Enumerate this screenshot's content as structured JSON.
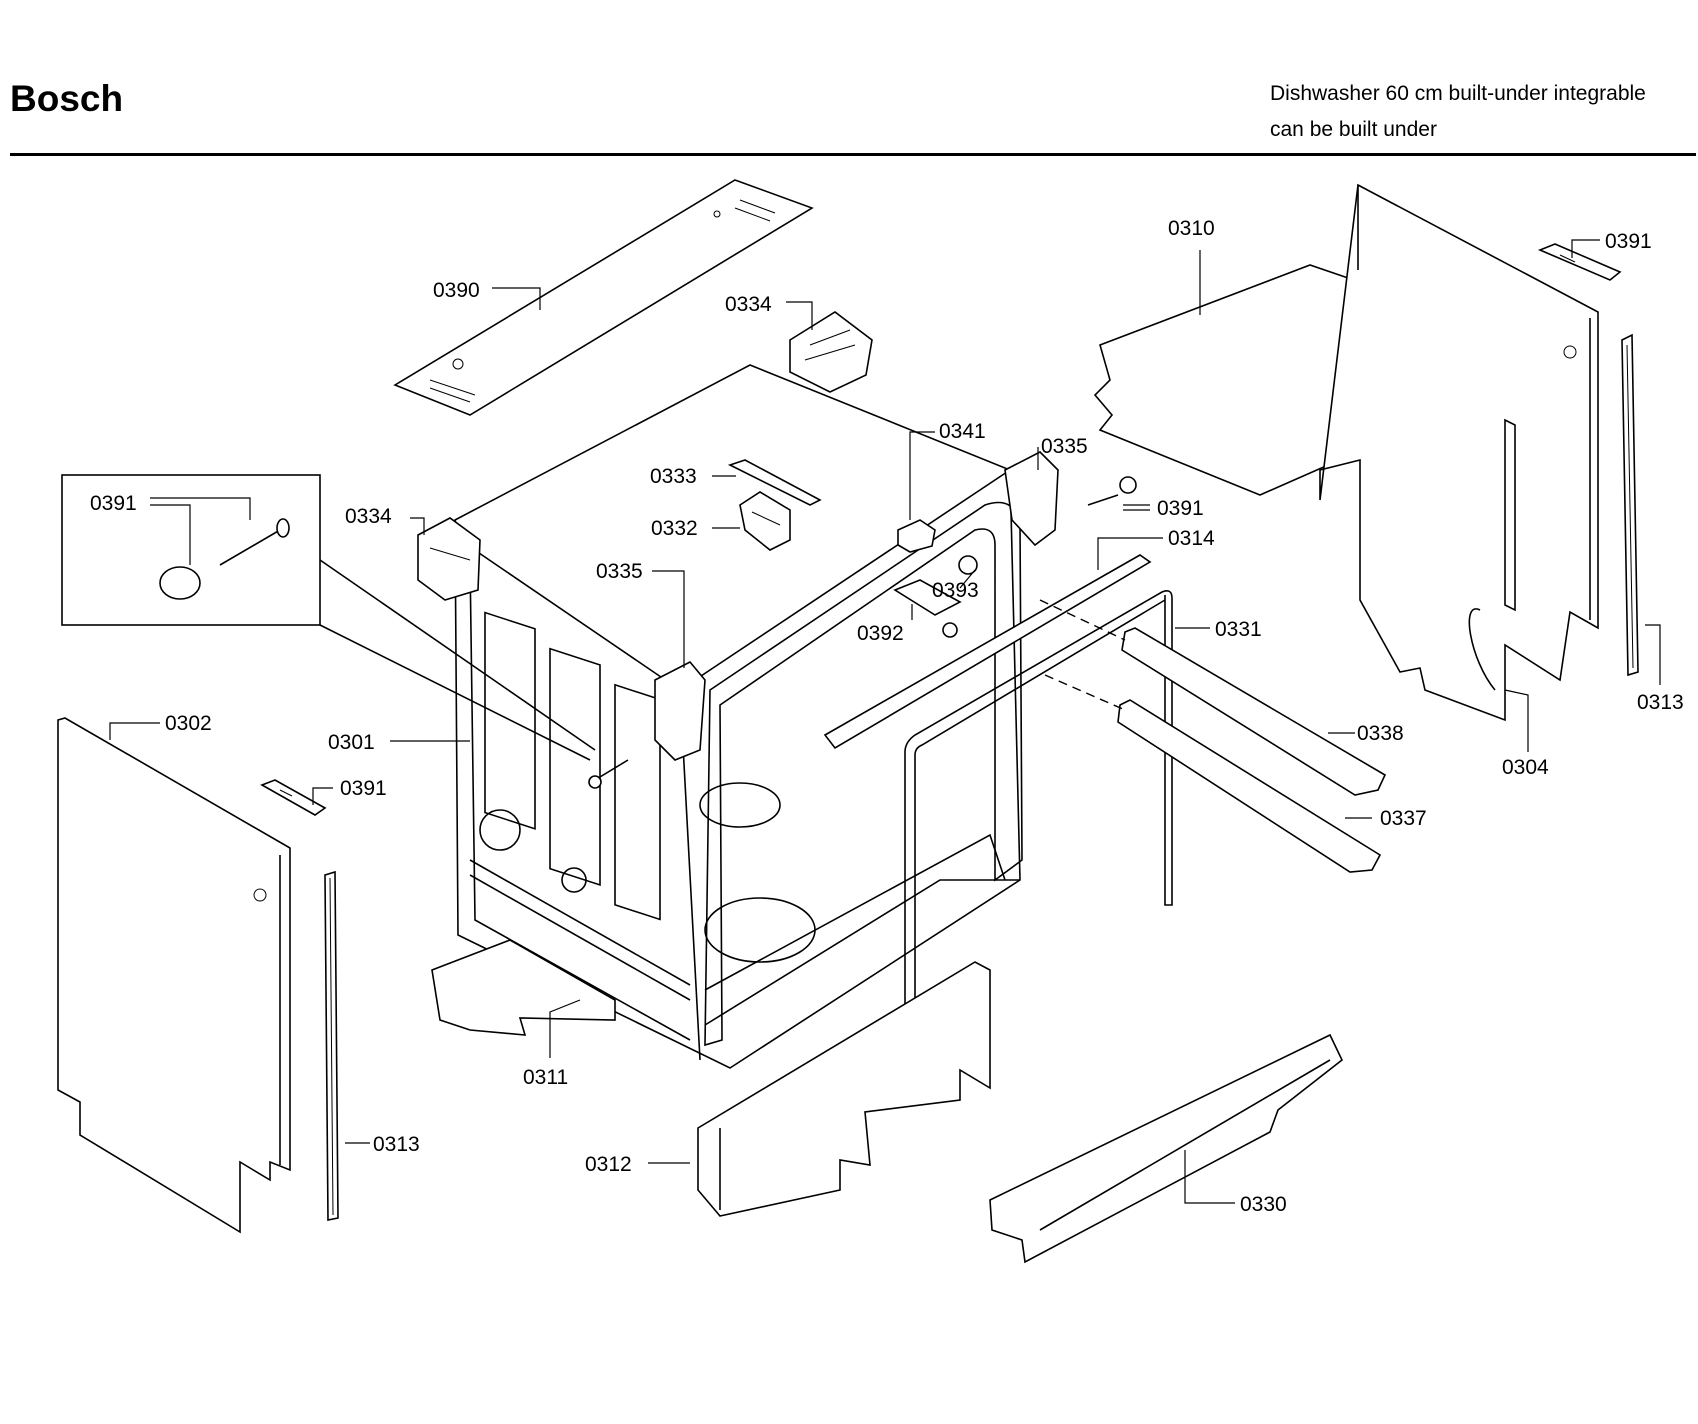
{
  "header": {
    "brand": "Bosch",
    "description_line1": "Dishwasher 60 cm built-under integrable",
    "description_line2": "can be built under"
  },
  "callouts": [
    {
      "id": "c0390",
      "text": "0390"
    },
    {
      "id": "c0334a",
      "text": "0334"
    },
    {
      "id": "c0310",
      "text": "0310"
    },
    {
      "id": "c0391a",
      "text": "0391"
    },
    {
      "id": "c0341",
      "text": "0341"
    },
    {
      "id": "c0335a",
      "text": "0335"
    },
    {
      "id": "c0333",
      "text": "0333"
    },
    {
      "id": "c0391b",
      "text": "0391"
    },
    {
      "id": "c0334b",
      "text": "0334"
    },
    {
      "id": "c0332",
      "text": "0332"
    },
    {
      "id": "c0391c",
      "text": "0391"
    },
    {
      "id": "c0314",
      "text": "0314"
    },
    {
      "id": "c0335b",
      "text": "0335"
    },
    {
      "id": "c0393",
      "text": "0393"
    },
    {
      "id": "c0392",
      "text": "0392"
    },
    {
      "id": "c0331",
      "text": "0331"
    },
    {
      "id": "c0302",
      "text": "0302"
    },
    {
      "id": "c0301",
      "text": "0301"
    },
    {
      "id": "c0338",
      "text": "0338"
    },
    {
      "id": "c0313a",
      "text": "0313"
    },
    {
      "id": "c0304",
      "text": "0304"
    },
    {
      "id": "c0391d",
      "text": "0391"
    },
    {
      "id": "c0337",
      "text": "0337"
    },
    {
      "id": "c0311",
      "text": "0311"
    },
    {
      "id": "c0313b",
      "text": "0313"
    },
    {
      "id": "c0312",
      "text": "0312"
    },
    {
      "id": "c0330",
      "text": "0330"
    }
  ]
}
